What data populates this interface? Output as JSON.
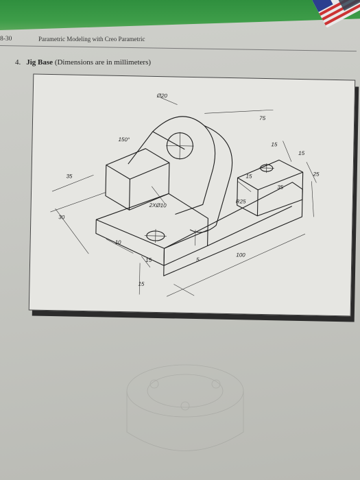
{
  "header": {
    "page_number": "8-30",
    "running_title": "Parametric Modeling with Creo Parametric"
  },
  "problem": {
    "number": "4.",
    "title": "Jig Base",
    "subtitle": "(Dimensions are in millimeters)"
  },
  "drawing": {
    "dim_diameter_20": "Ø20",
    "dim_angle_150": "150°",
    "dim_35_left": "35",
    "dim_30_left": "30",
    "dim_10_left": "10",
    "dim_15_front": "15",
    "dim_15_bottom": "15",
    "dim_2x_d10": "2XØ10",
    "dim_5": "5",
    "dim_r25": "R25",
    "dim_100": "100",
    "dim_75": "75",
    "dim_15_top": "15",
    "dim_15_side": "15",
    "dim_15_right": "15",
    "dim_35_right": "35",
    "dim_25_right": "25"
  },
  "colors": {
    "page_bg": "#c8c9c4",
    "figure_bg": "#e6e6e2",
    "corner_green": "#3e9d49"
  }
}
